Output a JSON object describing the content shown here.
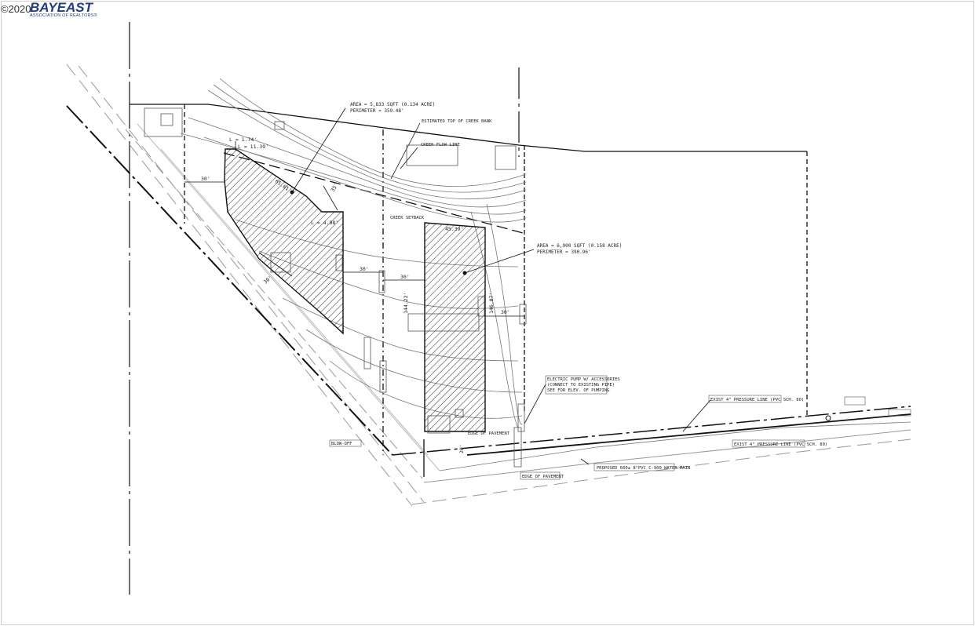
{
  "watermark": {
    "copyright": "©2020",
    "logo_text": "BAYEAST",
    "logo_sub": "ASSOCIATION OF REALTORS®"
  },
  "lot_a": {
    "area": "AREA = 5,833 SQFT (0.134 ACRE)",
    "perimeter": "PERIMETER = 359.48'"
  },
  "lot_b": {
    "area": "AREA = 6,900 SQFT (0.158 ACRE)",
    "perimeter": "PERIMETER = 390.96'"
  },
  "labels": {
    "creek_bank": "ESTIMATED TOP OF CREEK BANK",
    "creek_flow": "CREEK FLOW LINE",
    "creek_setback": "CREEK SETBACK",
    "blow_off": "BLOW-OFF",
    "edge_pavement_1": "EDGE OF PAVEMENT",
    "edge_pavement_2": "EDGE OF PAVEMENT",
    "water_main": "PROPOSED 660± 8\"PVC C-900 WATER MAIN",
    "pressure_line_1": "EXIST 4\" PRESSURE LINE (PVC SCH. 80)",
    "pressure_line_2": "EXIST 4\" PRESSURE LINE (PVC SCH. 80)",
    "pump_note_1": "ELECTRIC PUMP W/ ACCESSORIES",
    "pump_note_2": "(CONNECT TO EXISTING PIPE)",
    "pump_note_3": "SEE FOR ELEV. OF PUMPING"
  },
  "dims": {
    "l1": "L = 1.74'",
    "l2": "L = 11.39'",
    "l3": "L = 4.98'",
    "d30a": "30'",
    "d30b": "30'",
    "d30c": "30'",
    "d30d": "30'",
    "d30e": "30'",
    "d45": "45.39'",
    "d146": "146.07'",
    "d144": "144.22'",
    "d6501": "65.01'",
    "d35": "35'",
    "d20": "20'"
  }
}
